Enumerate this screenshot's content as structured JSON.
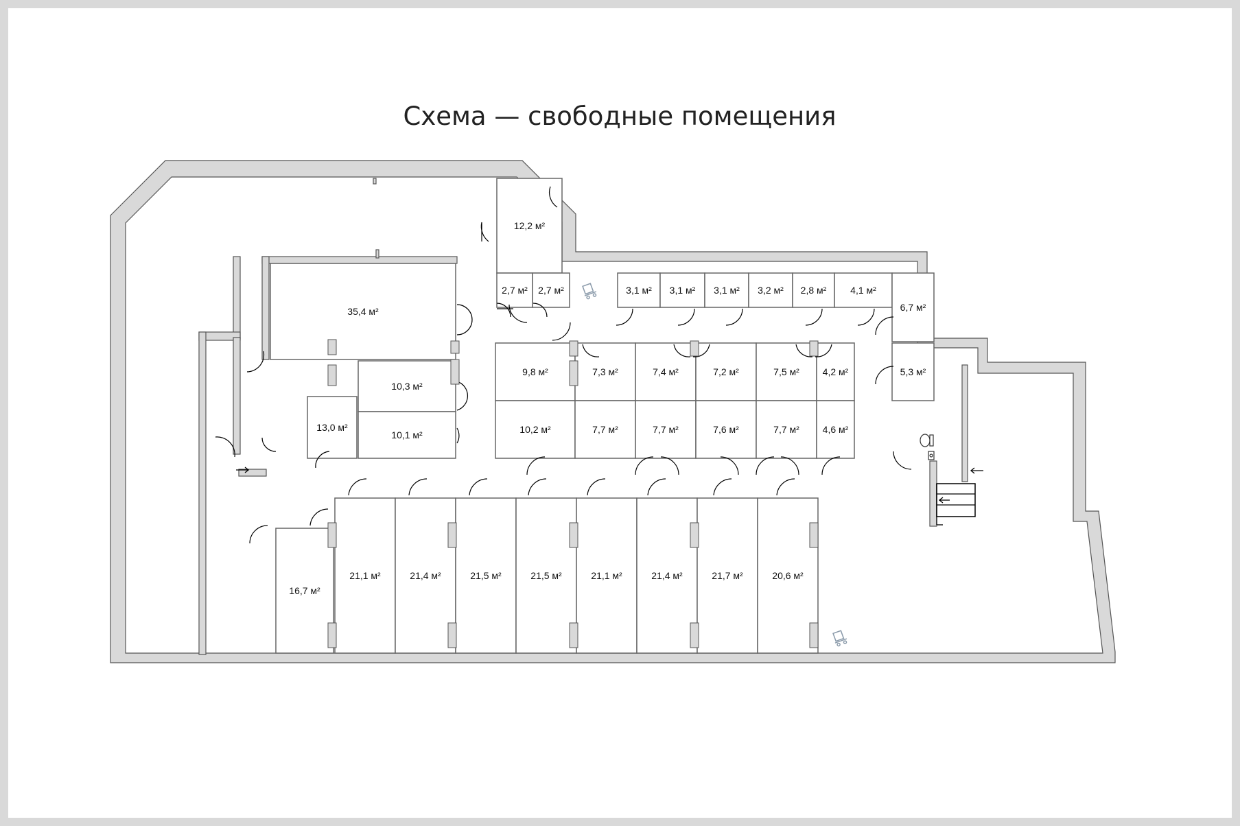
{
  "title": "Схема — свободные помещения",
  "colors": {
    "available": "#acd3b0",
    "occupied": "#ffffff",
    "wall": "#d9d9d9",
    "background": "#d9d9d9"
  },
  "rooms": [
    {
      "id": "r-12-2",
      "label": "12,2 м²",
      "available": false
    },
    {
      "id": "r-2-7-a",
      "label": "2,7 м²",
      "available": false
    },
    {
      "id": "r-2-7-b",
      "label": "2,7 м²",
      "available": false
    },
    {
      "id": "r-3-1-a",
      "label": "3,1 м²",
      "available": false
    },
    {
      "id": "r-3-1-b",
      "label": "3,1 м²",
      "available": false
    },
    {
      "id": "r-3-1-c",
      "label": "3,1 м²",
      "available": false
    },
    {
      "id": "r-3-2",
      "label": "3,2 м²",
      "available": false
    },
    {
      "id": "r-2-8",
      "label": "2,8 м²",
      "available": true
    },
    {
      "id": "r-4-1",
      "label": "4,1 м²",
      "available": true
    },
    {
      "id": "r-6-7",
      "label": "6,7 м²",
      "available": false
    },
    {
      "id": "r-35-4",
      "label": "35,4 м²",
      "available": true
    },
    {
      "id": "r-10-3",
      "label": "10,3 м²",
      "available": false
    },
    {
      "id": "r-10-1",
      "label": "10,1 м²",
      "available": false
    },
    {
      "id": "r-13-0",
      "label": "13,0 м²",
      "available": false
    },
    {
      "id": "r-9-8",
      "label": "9,8 м²",
      "available": false
    },
    {
      "id": "r-7-3",
      "label": "7,3 м²",
      "available": false
    },
    {
      "id": "r-7-4",
      "label": "7,4 м²",
      "available": false
    },
    {
      "id": "r-7-2",
      "label": "7,2 м²",
      "available": false
    },
    {
      "id": "r-7-5",
      "label": "7,5 м²",
      "available": false
    },
    {
      "id": "r-4-2",
      "label": "4,2 м²",
      "available": false
    },
    {
      "id": "r-5-3",
      "label": "5,3 м²",
      "available": false
    },
    {
      "id": "r-10-2",
      "label": "10,2 м²",
      "available": false
    },
    {
      "id": "r-7-7-a",
      "label": "7,7 м²",
      "available": true
    },
    {
      "id": "r-7-7-b",
      "label": "7,7 м²",
      "available": false
    },
    {
      "id": "r-7-6",
      "label": "7,6 м²",
      "available": false
    },
    {
      "id": "r-7-7-c",
      "label": "7,7 м²",
      "available": false
    },
    {
      "id": "r-4-6",
      "label": "4,6 м²",
      "available": false
    },
    {
      "id": "r-16-7",
      "label": "16,7 м²",
      "available": false
    },
    {
      "id": "r-21-1-a",
      "label": "21,1 м²",
      "available": false
    },
    {
      "id": "r-21-4-a",
      "label": "21,4 м²",
      "available": false
    },
    {
      "id": "r-21-5-a",
      "label": "21,5 м²",
      "available": true
    },
    {
      "id": "r-21-5-b",
      "label": "21,5 м²",
      "available": false
    },
    {
      "id": "r-21-1-b",
      "label": "21,1 м²",
      "available": false
    },
    {
      "id": "r-21-4-b",
      "label": "21,4 м²",
      "available": false
    },
    {
      "id": "r-21-7",
      "label": "21,7 м²",
      "available": false
    },
    {
      "id": "r-20-6",
      "label": "20,6 м²",
      "available": false
    }
  ],
  "icons": [
    "cart-icon",
    "cart-icon",
    "toilet-icon",
    "sink-icon",
    "arrow-right-icon",
    "arrow-left-icon",
    "arrow-left-icon"
  ]
}
